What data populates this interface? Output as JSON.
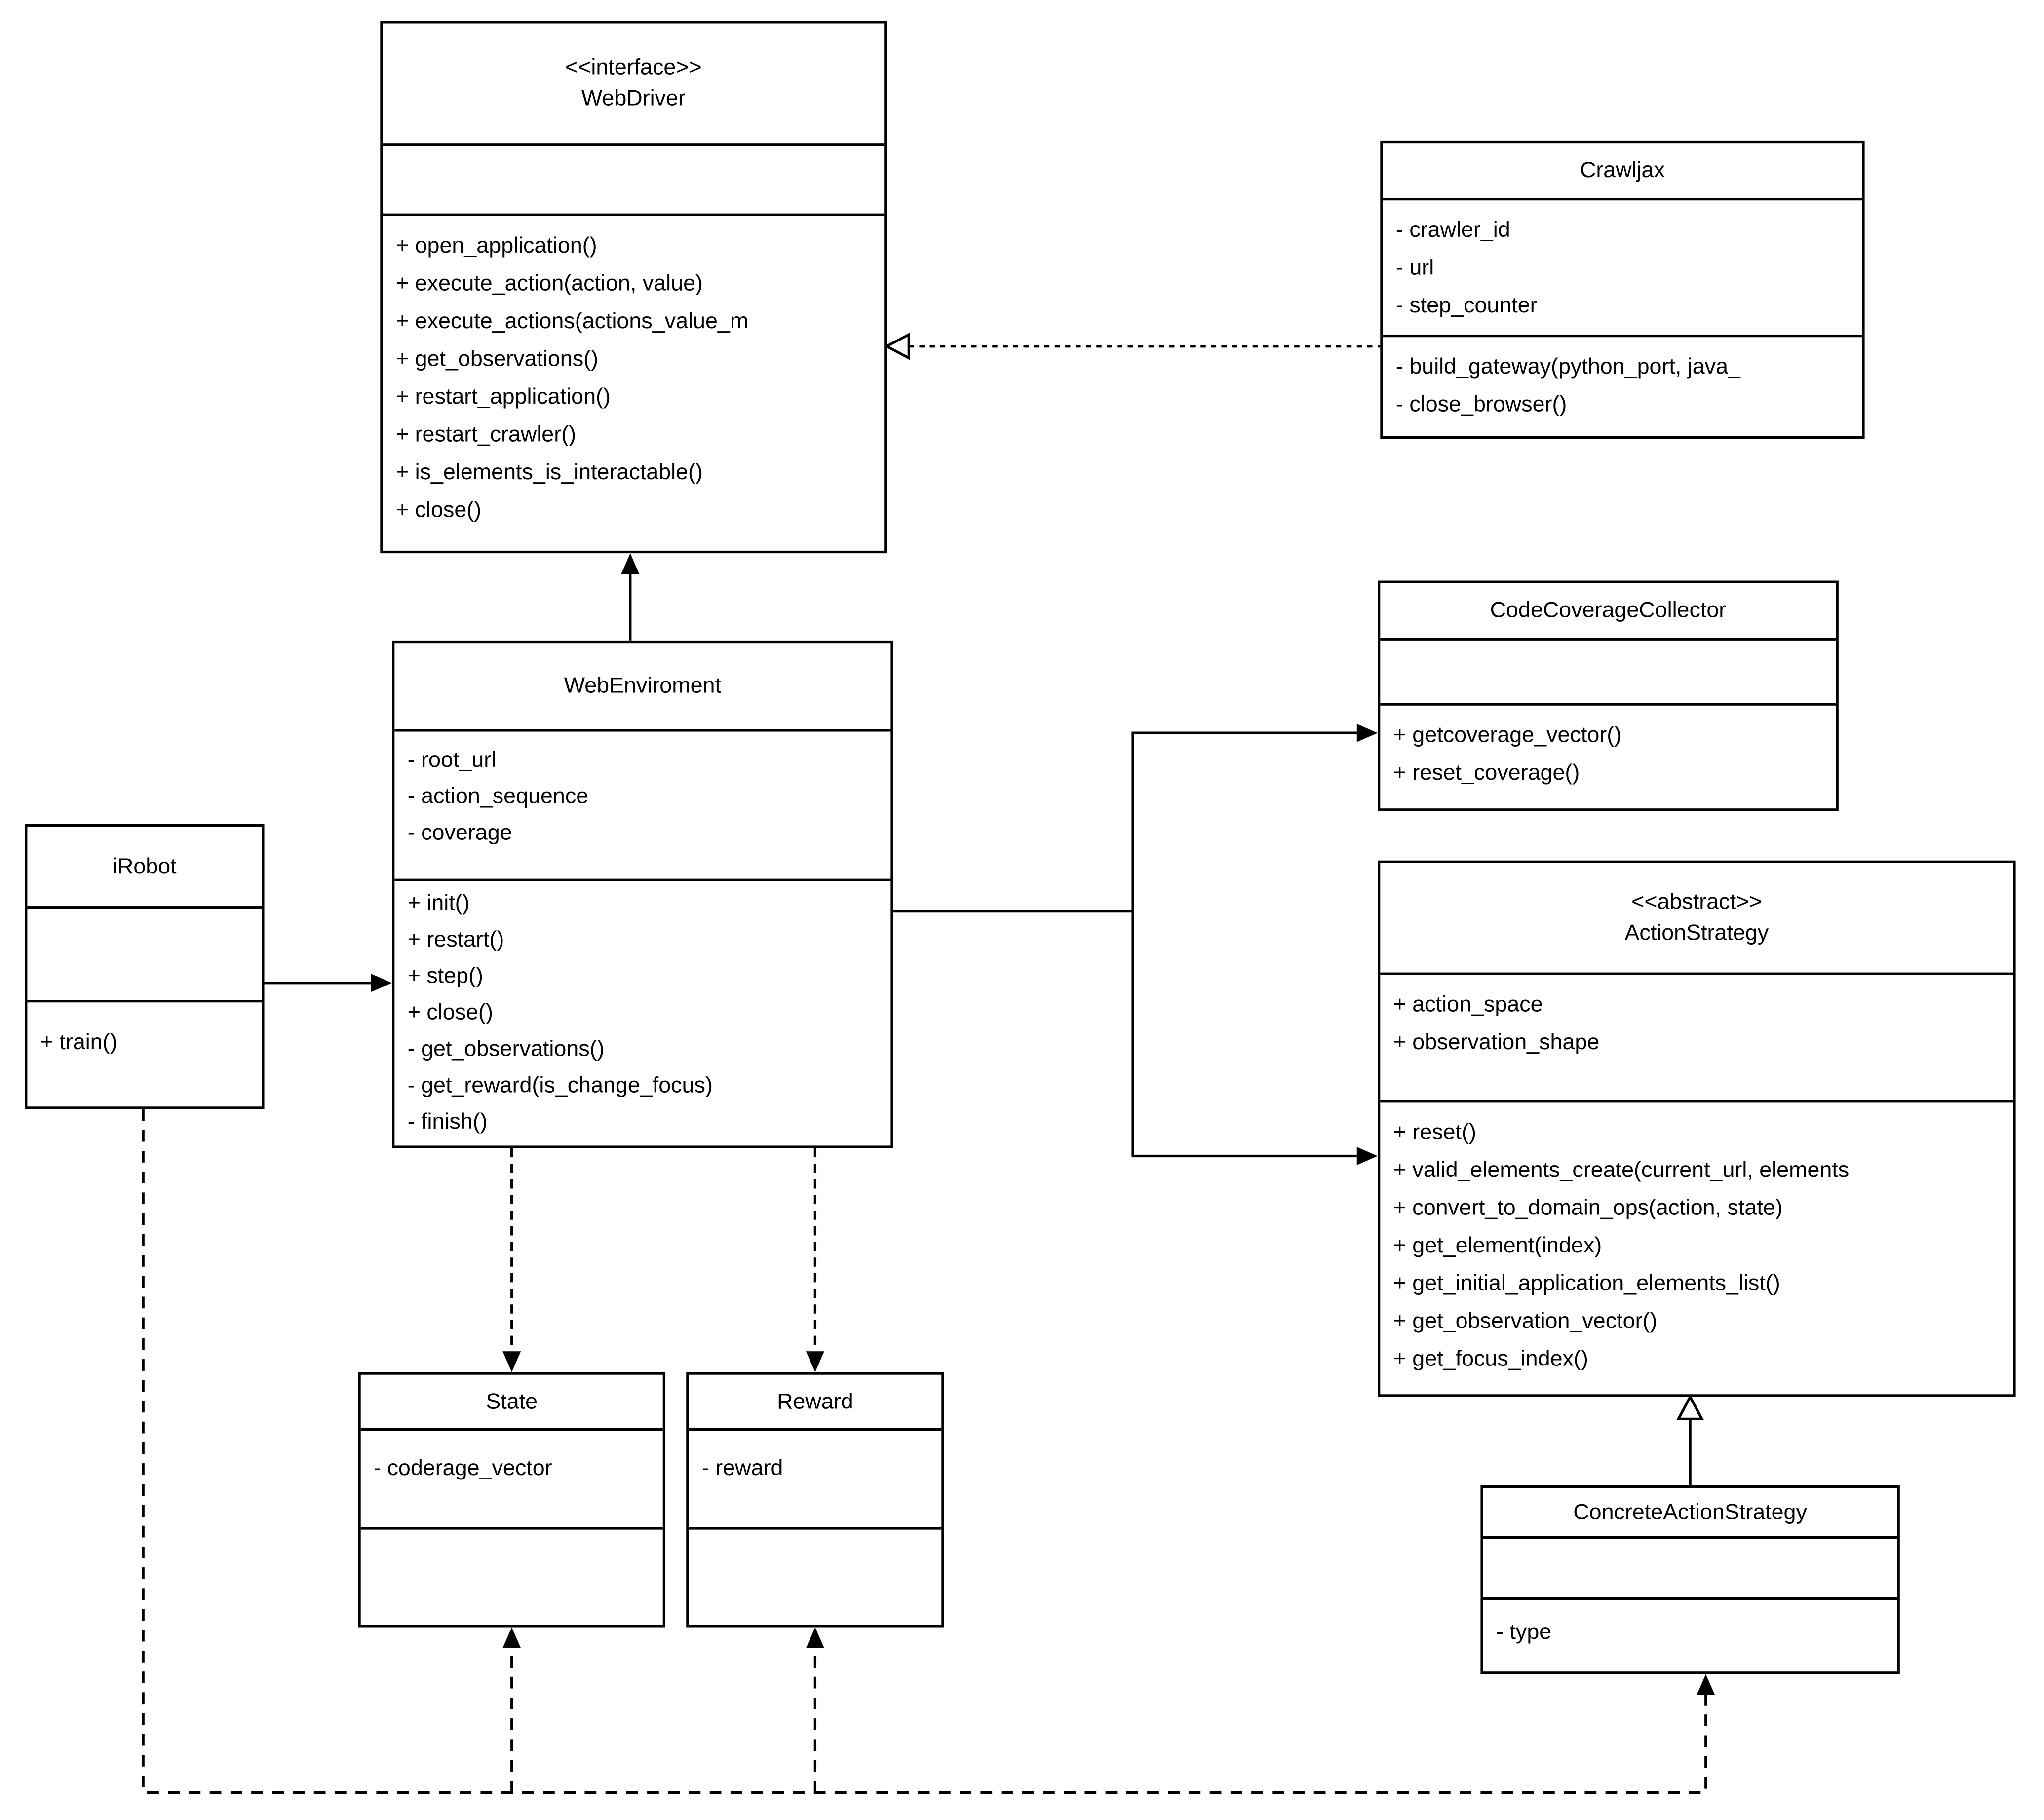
{
  "diagram": {
    "type": "uml-class-diagram",
    "background_color": "#ffffff",
    "line_color": "#000000",
    "classes": {
      "webdriver": {
        "stereotype": "<<interface>>",
        "name": "WebDriver",
        "attributes": [],
        "methods": [
          "+ open_application()",
          "+ execute_action(action, value)",
          "+ execute_actions(actions_value_m",
          "+ get_observations()",
          "+ restart_application()",
          "+ restart_crawler()",
          "+ is_elements_is_interactable()",
          "+ close()"
        ]
      },
      "crawljax": {
        "name": "Crawljax",
        "attributes": [
          "- crawler_id",
          "- url",
          "- step_counter"
        ],
        "methods": [
          "- build_gateway(python_port, java_",
          "- close_browser()"
        ]
      },
      "codecoveragecollector": {
        "name": "CodeCoverageCollector",
        "attributes": [],
        "methods": [
          "+ getcoverage_vector()",
          "+ reset_coverage()"
        ]
      },
      "actionstrategy": {
        "stereotype": "<<abstract>>",
        "name": "ActionStrategy",
        "attributes": [
          "+ action_space",
          "+ observation_shape"
        ],
        "methods": [
          "+ reset()",
          "+ valid_elements_create(current_url, elements",
          "+ convert_to_domain_ops(action, state)",
          "+ get_element(index)",
          "+ get_initial_application_elements_list()",
          "+ get_observation_vector()",
          "+ get_focus_index()"
        ]
      },
      "webenviroment": {
        "name": "WebEnviroment",
        "attributes": [
          "- root_url",
          "- action_sequence",
          "- coverage"
        ],
        "methods": [
          "+ init()",
          "+ restart()",
          "+ step()",
          "+ close()",
          "- get_observations()",
          "- get_reward(is_change_focus)",
          "- finish()"
        ]
      },
      "irobot": {
        "name": "iRobot",
        "attributes": [],
        "methods": [
          "+ train()"
        ]
      },
      "state": {
        "name": "State",
        "attributes": [
          "- coderage_vector"
        ],
        "methods": []
      },
      "reward": {
        "name": "Reward",
        "attributes": [
          "- reward"
        ],
        "methods": []
      },
      "concreteactionstrategy": {
        "name": "ConcreteActionStrategy",
        "attributes": [],
        "methods": [
          "- type"
        ]
      }
    },
    "relationships": [
      {
        "from": "Crawljax",
        "to": "WebDriver",
        "line": "dashed",
        "arrow": "hollow-triangle"
      },
      {
        "from": "WebEnviroment",
        "to": "WebDriver",
        "line": "solid",
        "arrow": "filled-triangle"
      },
      {
        "from": "iRobot",
        "to": "WebEnviroment",
        "line": "solid",
        "arrow": "filled-triangle"
      },
      {
        "from": "WebEnviroment",
        "to": "CodeCoverageCollector",
        "line": "solid",
        "arrow": "filled-triangle"
      },
      {
        "from": "WebEnviroment",
        "to": "ActionStrategy",
        "line": "solid",
        "arrow": "filled-triangle"
      },
      {
        "from": "WebEnviroment",
        "to": "State",
        "line": "dashed",
        "arrow": "filled-triangle"
      },
      {
        "from": "WebEnviroment",
        "to": "Reward",
        "line": "dashed",
        "arrow": "filled-triangle"
      },
      {
        "from": "ConcreteActionStrategy",
        "to": "ActionStrategy",
        "line": "solid",
        "arrow": "hollow-triangle"
      },
      {
        "from": "iRobot",
        "to": "State",
        "line": "dashed",
        "arrow": "filled-triangle"
      },
      {
        "from": "iRobot",
        "to": "Reward",
        "line": "dashed",
        "arrow": "filled-triangle"
      },
      {
        "from": "iRobot",
        "to": "ConcreteActionStrategy",
        "line": "dashed",
        "arrow": "filled-triangle"
      }
    ]
  }
}
